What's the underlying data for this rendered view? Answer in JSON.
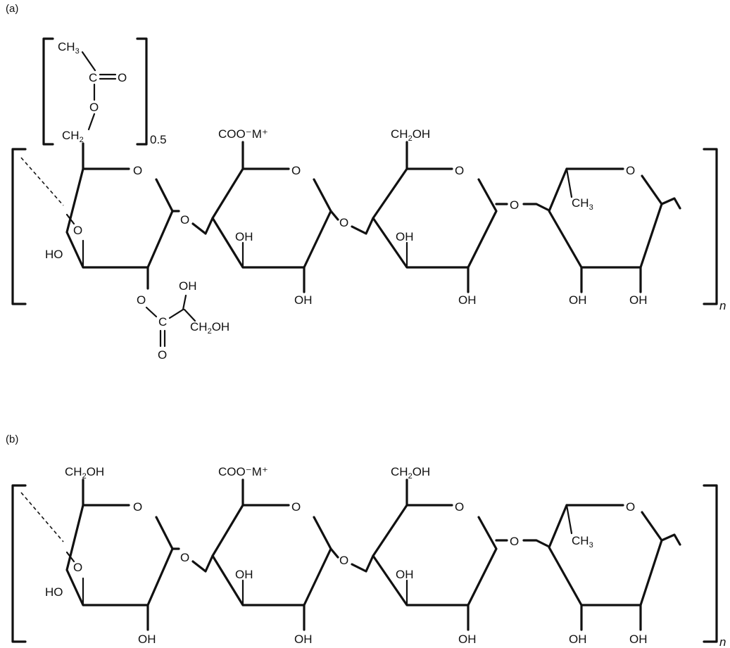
{
  "panels": [
    {
      "label": "(a)",
      "repeat_subscript": "n",
      "acetyl_group": {
        "ch3": "CH3",
        "carbonyl": "C=O",
        "ester_o": "O",
        "ch2": "CH2",
        "subscript": "0.5"
      },
      "glycerate_group": {
        "o": "O",
        "c": "C",
        "oh": "OH",
        "ch2oh": "CH2OH",
        "carbonyl_o": "O"
      },
      "units": [
        {
          "top": "",
          "ring_o": "O",
          "bridge_o": "O",
          "left": "HO",
          "bottom": ""
        },
        {
          "top": "COO⁻M⁺",
          "ring_o": "O",
          "inner": "OH",
          "bottom": "OH"
        },
        {
          "top": "CH2OH",
          "ring_o": "O",
          "inner": "OH",
          "bottom": "OH"
        },
        {
          "top": "",
          "ring_o": "O",
          "methyl": "CH3",
          "bottom_left": "OH",
          "bottom_right": "OH"
        }
      ],
      "links": [
        "O",
        "O",
        "O"
      ]
    },
    {
      "label": "(b)",
      "repeat_subscript": "n",
      "units": [
        {
          "top": "CH2OH",
          "ring_o": "O",
          "bridge_o": "O",
          "left": "HO",
          "bottom": "OH"
        },
        {
          "top": "COO⁻M⁺",
          "ring_o": "O",
          "inner": "OH",
          "bottom": "OH"
        },
        {
          "top": "CH2OH",
          "ring_o": "O",
          "inner": "OH",
          "bottom": "OH"
        },
        {
          "top": "",
          "ring_o": "O",
          "methyl": "CH3",
          "bottom_left": "OH",
          "bottom_right": "OH"
        }
      ],
      "links": [
        "O",
        "O",
        "O"
      ]
    }
  ]
}
